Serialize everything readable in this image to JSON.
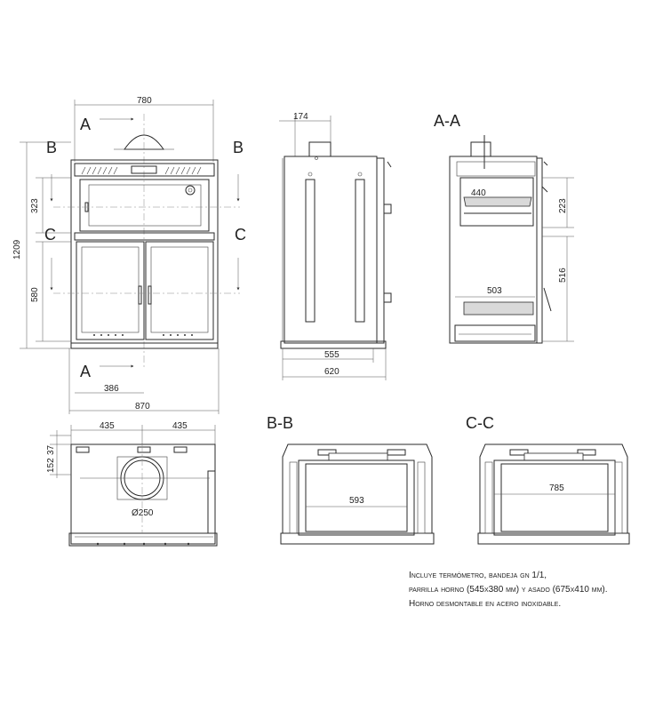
{
  "front_view": {
    "dim_width": "780",
    "dim_height_total": "1209",
    "dim_oven_height": "323",
    "dim_firebox_height": "580",
    "dim_offset": "386",
    "dim_total_width": "870",
    "section_marks": {
      "a_top": "A",
      "a_bottom": "A",
      "b_left": "B",
      "b_right": "B",
      "c_left": "C",
      "c_right": "C"
    }
  },
  "side_view": {
    "dim_flue": "174",
    "dim_depth_inner": "555",
    "dim_depth_total": "620"
  },
  "section_aa": {
    "title": "A-A",
    "dim_oven_width": "440",
    "dim_oven_height": "223",
    "dim_firebox_width": "503",
    "dim_firebox_height": "516"
  },
  "top_view": {
    "dim_left": "435",
    "dim_right": "435",
    "dim_small_a": "152",
    "dim_small_b": "37",
    "dim_flue_diameter": "Ø250"
  },
  "section_bb": {
    "title": "B-B",
    "dim_width": "593"
  },
  "section_cc": {
    "title": "C-C",
    "dim_width": "785"
  },
  "notes": {
    "line1": "Incluye termómetro, bandeja gn 1/1,",
    "line2": "parrilla horno (545x380 mm) y asado (675x410 mm).",
    "line3": "Horno desmontable en acero inoxidable."
  }
}
